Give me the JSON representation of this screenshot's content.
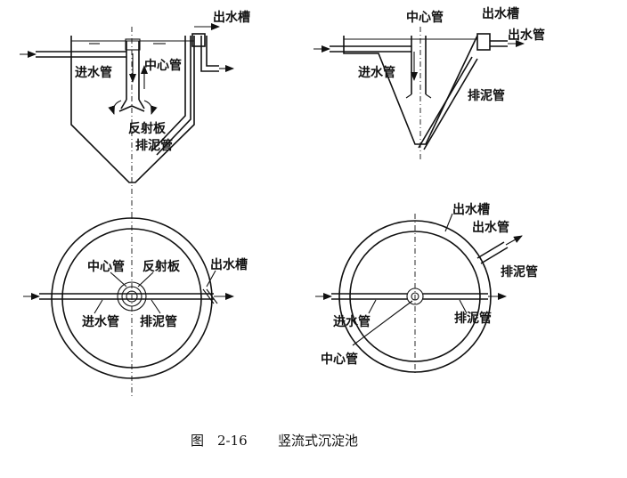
{
  "labels": {
    "outlet_trough": "出水槽",
    "central_pipe": "中心管",
    "inlet_pipe": "进水管",
    "reflector_plate": "反射板",
    "sludge_pipe": "排泥管",
    "outlet_pipe": "出水管"
  },
  "caption": {
    "number": "图　2-16",
    "title": "竖流式沉淀池"
  }
}
